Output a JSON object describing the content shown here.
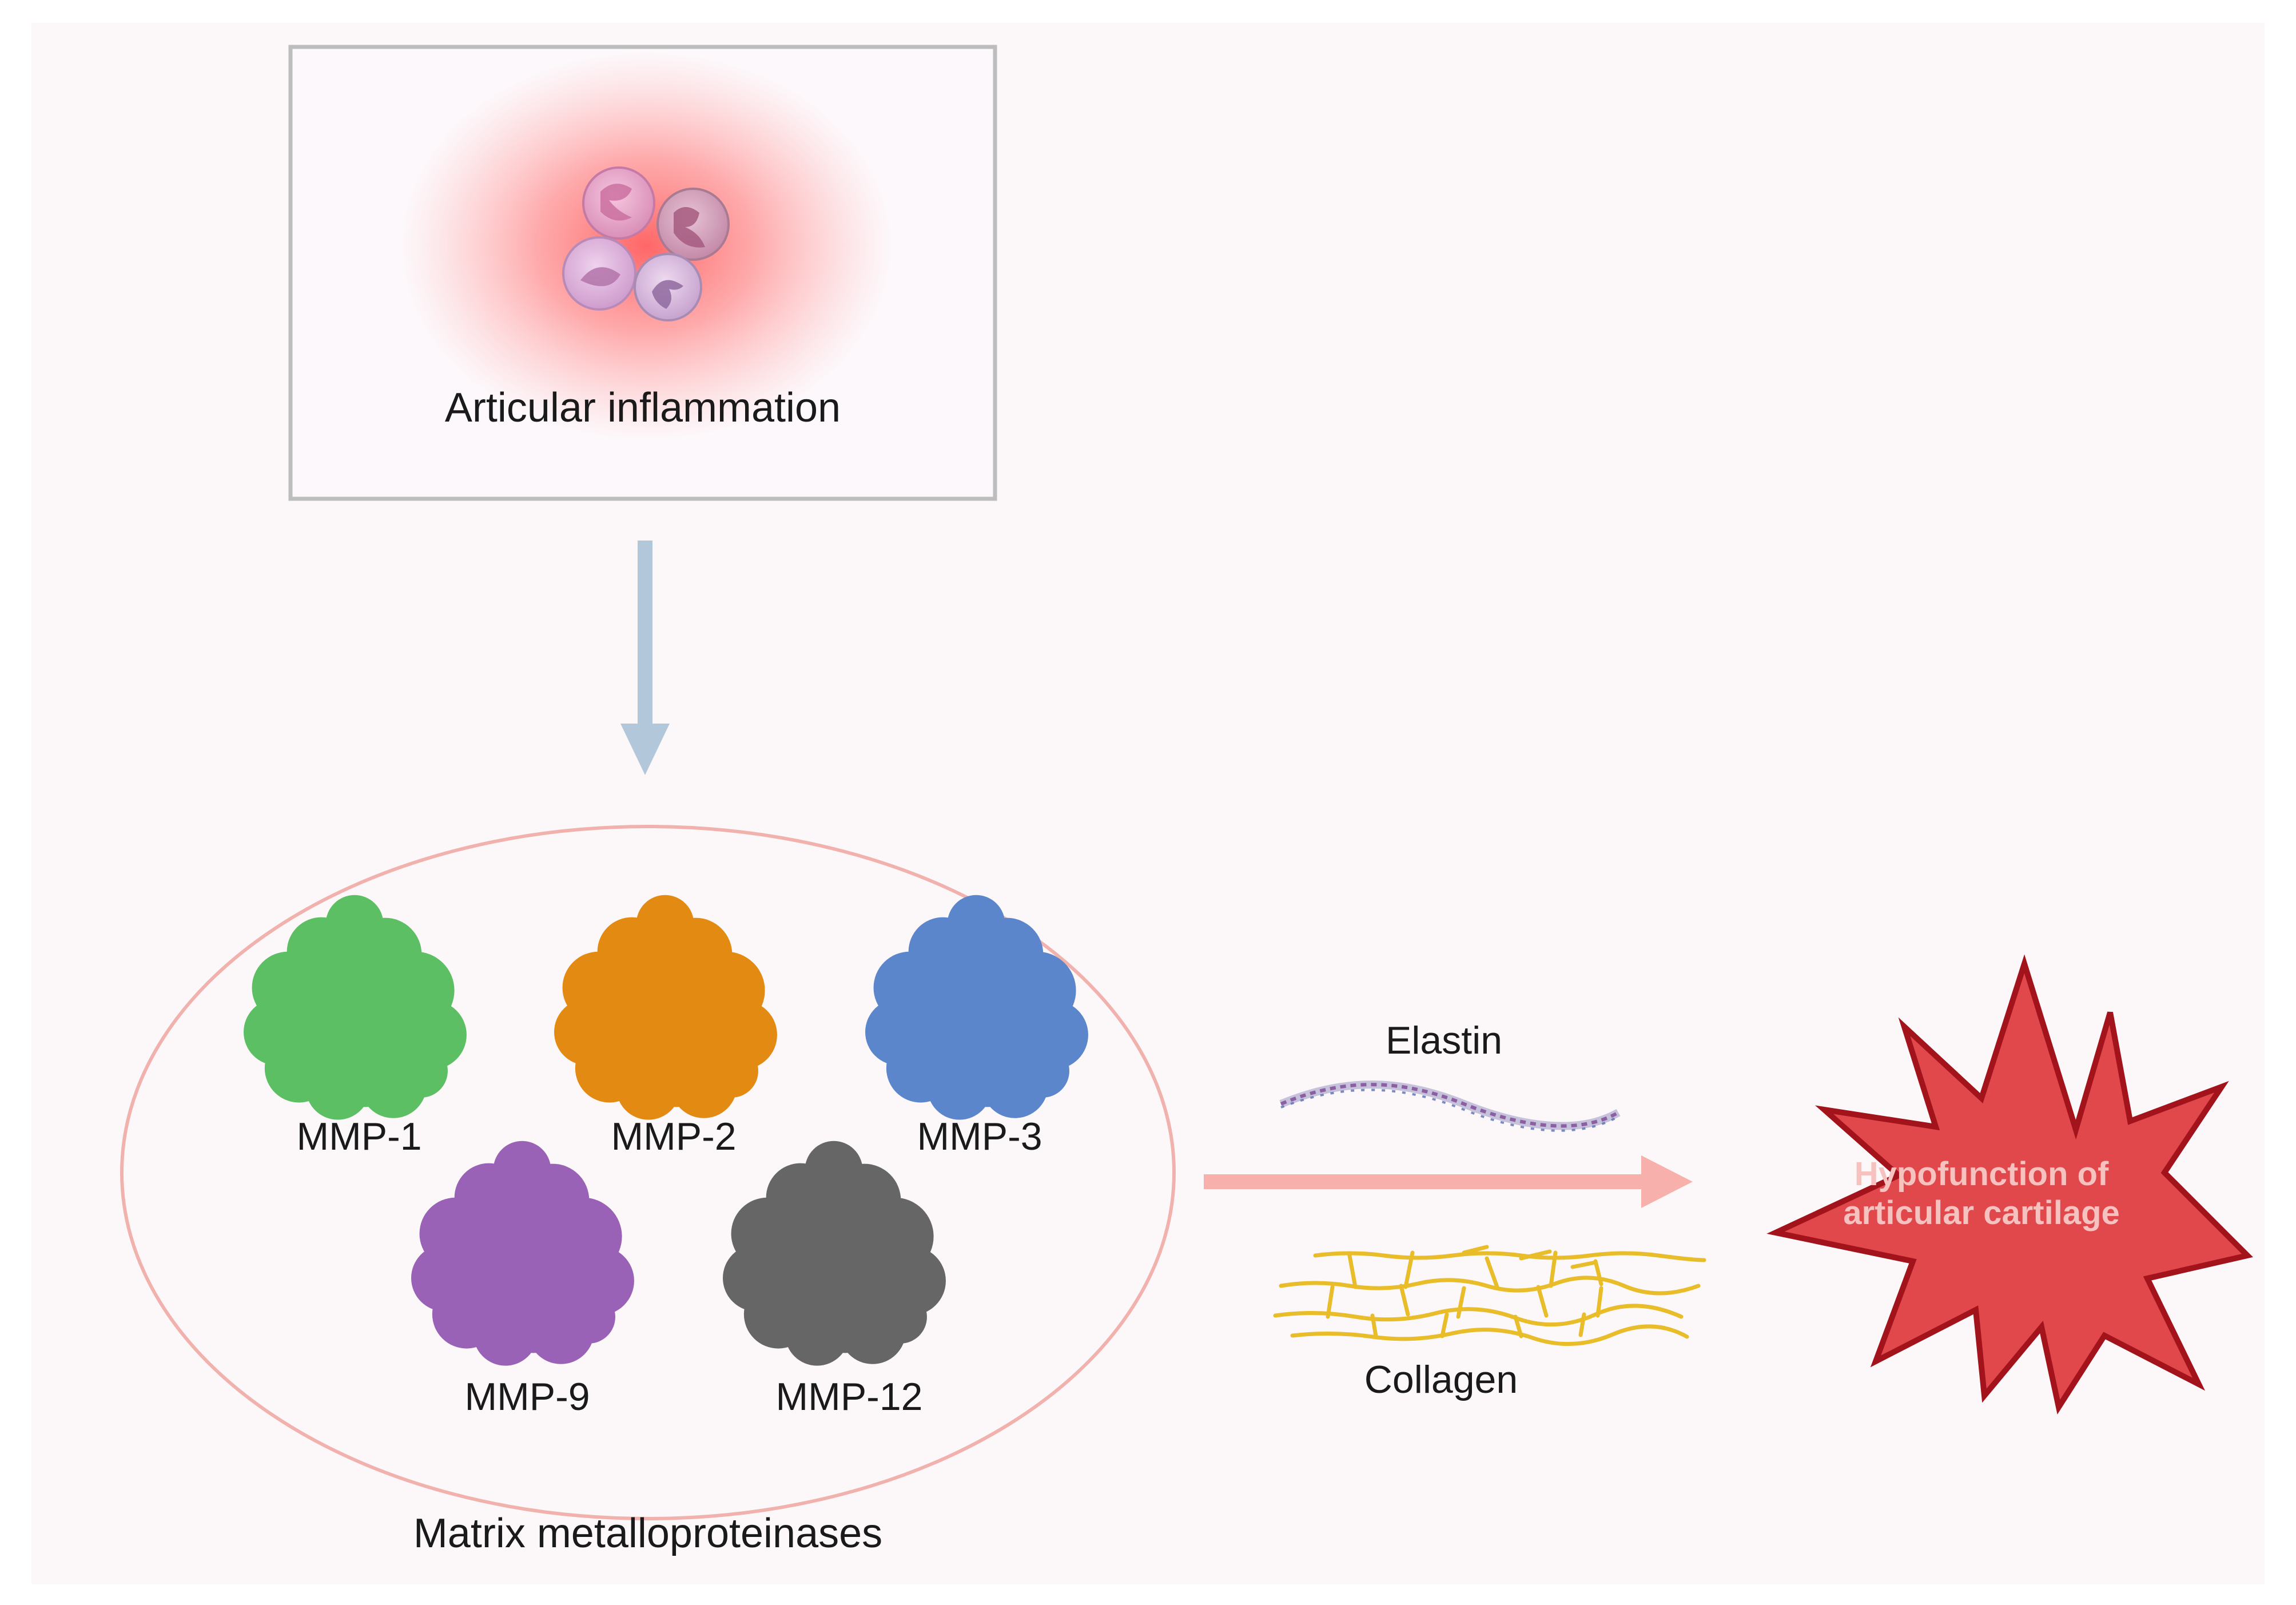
{
  "inflammation": {
    "label": "Articular inflammation"
  },
  "mmp_group": {
    "label": "Matrix metalloproteinases",
    "proteins": [
      {
        "label": "MMP-1",
        "color": "#5cbf63"
      },
      {
        "label": "MMP-2",
        "color": "#e38a12"
      },
      {
        "label": "MMP-3",
        "color": "#5b86cc"
      },
      {
        "label": "MMP-9",
        "color": "#9a62b6"
      },
      {
        "label": "MMP-12",
        "color": "#666666"
      }
    ]
  },
  "substrates": {
    "elastin": "Elastin",
    "collagen": "Collagen"
  },
  "outcome": {
    "line1": "Hypofunction of",
    "line2": "articular cartilage"
  },
  "colors": {
    "background": "#fcf8fa",
    "down_arrow": "#b3c7da",
    "right_arrow": "#f7b0ab",
    "ellipse_stroke": "#f1b1ac",
    "burst_fill": "#e0484c",
    "burst_stroke": "#a3131b",
    "collagen": "#e9bc2a",
    "inflammation_glow": "#ff5a5a"
  }
}
